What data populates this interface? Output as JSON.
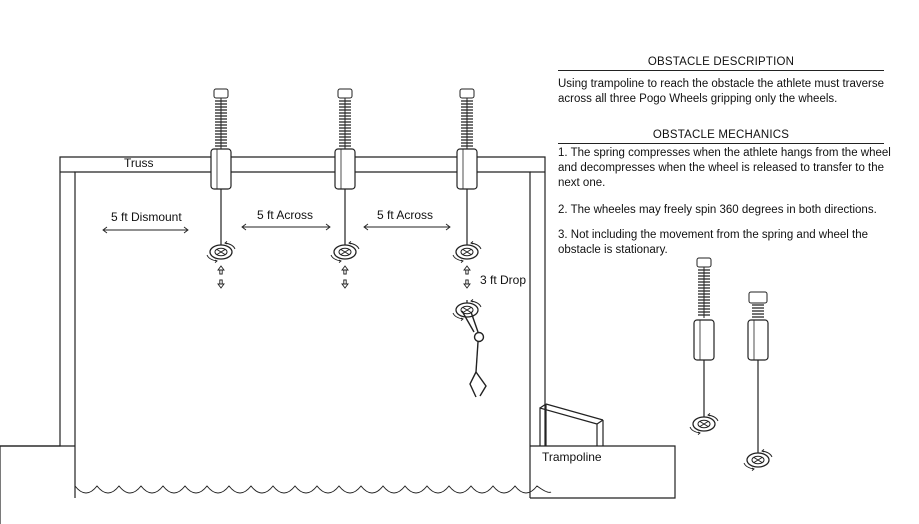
{
  "labels": {
    "truss": "Truss",
    "dismount": "5 ft Dismount",
    "across_1": "5 ft Across",
    "across_2": "5 ft Across",
    "drop": "3 ft Drop",
    "trampoline": "Trampoline"
  },
  "description": {
    "heading": "OBSTACLE DESCRIPTION",
    "body": "Using trampoline to reach the obstacle the athlete must traverse across all three Pogo Wheels gripping only the wheels."
  },
  "mechanics": {
    "heading": "OBSTACLE MECHANICS",
    "items": [
      "1. The spring compresses when the athlete hangs from the wheel and decompresses when the wheel is released to transfer to the next one.",
      "2. The wheeles may freely spin 360 degrees in both directions.",
      "3. Not including the movement from the spring and wheel the obstacle is stationary."
    ]
  },
  "colors": {
    "line": "#222222",
    "background": "#ffffff"
  }
}
